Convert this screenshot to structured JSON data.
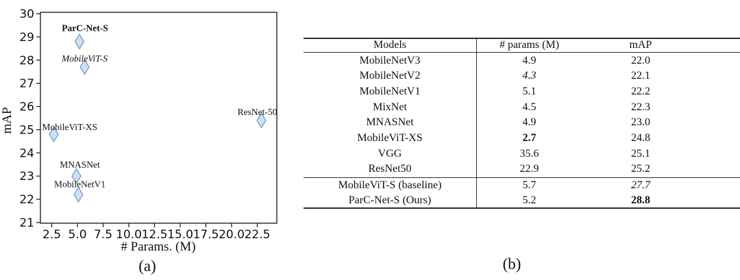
{
  "figure": {
    "caption_a": "(a)",
    "caption_b": "(b)"
  },
  "chart_data": [
    {
      "type": "scatter",
      "title": "",
      "xlabel": "# Params. (M)",
      "ylabel": "mAP",
      "xlim": [
        1.4,
        24.4
      ],
      "ylim": [
        20.97,
        30.06
      ],
      "grid": false,
      "legend": "none",
      "xticks": [
        2.5,
        5.0,
        7.5,
        10.0,
        12.5,
        15.0,
        17.5,
        20.0,
        22.5
      ],
      "xtick_labels": [
        "2.5",
        "5.0",
        "7.5",
        "10.0",
        "12.5",
        "15.0",
        "17.5",
        "20.0",
        "22.5"
      ],
      "yticks": [
        21,
        22,
        23,
        24,
        25,
        26,
        27,
        28,
        29,
        30
      ],
      "ytick_labels": [
        "21",
        "22",
        "23",
        "24",
        "25",
        "26",
        "27",
        "28",
        "29",
        "30"
      ],
      "marker": {
        "shape": "thin-diamond",
        "fill": "#cfe0f4",
        "stroke": "#7d9ecb"
      },
      "points": [
        {
          "name": "ParC-Net-S",
          "x": 5.2,
          "y": 28.8,
          "label_style": "bold",
          "dx": 8,
          "dy": -15,
          "anchor": "middle"
        },
        {
          "name": "MobileViT-S",
          "x": 5.7,
          "y": 27.7,
          "label_style": "italic",
          "dx": 0,
          "dy": -8,
          "anchor": "middle"
        },
        {
          "name": "MobileViT-XS",
          "x": 2.7,
          "y": 24.8,
          "label_style": "normal",
          "dx": -17,
          "dy": -6,
          "anchor": "start"
        },
        {
          "name": "MNASNet",
          "x": 4.9,
          "y": 23.0,
          "label_style": "normal",
          "dx": 5,
          "dy": -12,
          "anchor": "middle"
        },
        {
          "name": "MobileNetV1",
          "x": 5.1,
          "y": 22.2,
          "label_style": "normal",
          "dx": 2,
          "dy": -11,
          "anchor": "middle"
        },
        {
          "name": "ResNet-50",
          "x": 22.9,
          "y": 25.4,
          "label_style": "normal",
          "dx": -6,
          "dy": -8,
          "anchor": "middle"
        }
      ]
    },
    {
      "type": "table",
      "columns": [
        "Models",
        "# params (M)",
        "mAP"
      ],
      "rows": [
        {
          "model": "MobileNetV3",
          "params": "4.9",
          "params_style": "normal",
          "map": "22.0",
          "map_style": "normal",
          "section": 1
        },
        {
          "model": "MobileNetV2",
          "params": "4.3",
          "params_style": "italic",
          "map": "22.1",
          "map_style": "normal",
          "section": 1
        },
        {
          "model": "MobileNetV1",
          "params": "5.1",
          "params_style": "normal",
          "map": "22.2",
          "map_style": "normal",
          "section": 1
        },
        {
          "model": "MixNet",
          "params": "4.5",
          "params_style": "normal",
          "map": "22.3",
          "map_style": "normal",
          "section": 1
        },
        {
          "model": "MNASNet",
          "params": "4.9",
          "params_style": "normal",
          "map": "23.0",
          "map_style": "normal",
          "section": 1
        },
        {
          "model": "MobileViT-XS",
          "params": "2.7",
          "params_style": "bold",
          "map": "24.8",
          "map_style": "normal",
          "section": 1
        },
        {
          "model": "VGG",
          "params": "35.6",
          "params_style": "normal",
          "map": "25.1",
          "map_style": "normal",
          "section": 1
        },
        {
          "model": "ResNet50",
          "params": "22.9",
          "params_style": "normal",
          "map": "25.2",
          "map_style": "normal",
          "section": 1
        },
        {
          "model": "MobileViT-S (baseline)",
          "params": "5.7",
          "params_style": "normal",
          "map": "27.7",
          "map_style": "italic",
          "section": 2
        },
        {
          "model": "ParC-Net-S (Ours)",
          "params": "5.2",
          "params_style": "normal",
          "map": "28.8",
          "map_style": "bold",
          "section": 2
        }
      ]
    }
  ]
}
